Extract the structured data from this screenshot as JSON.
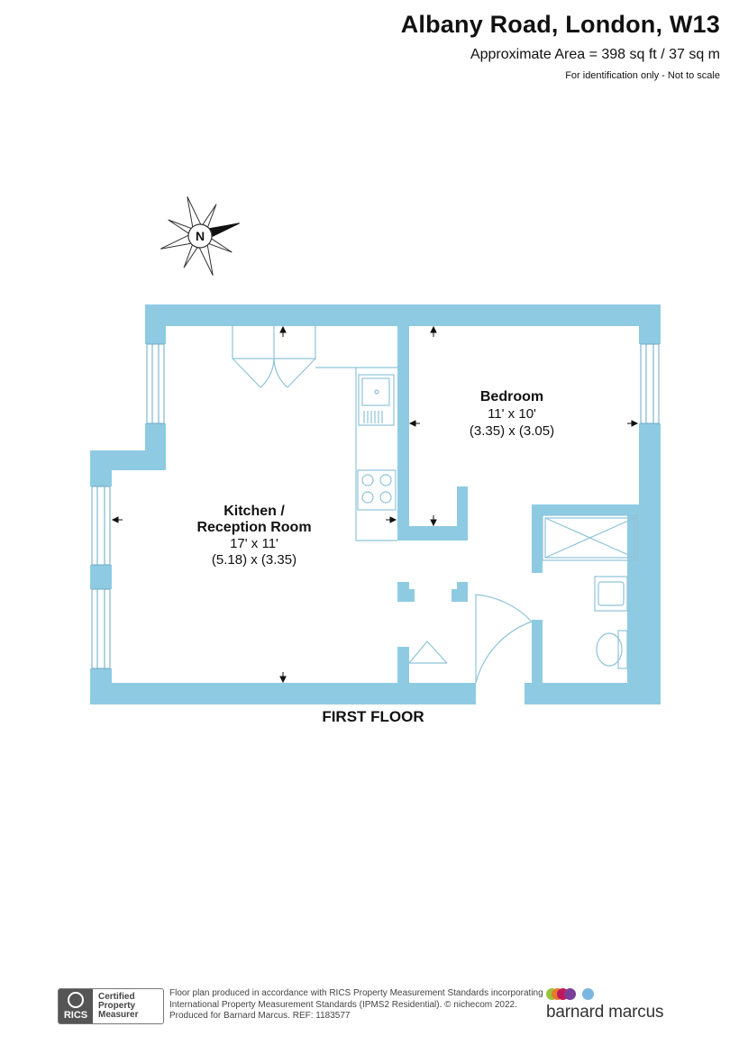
{
  "header": {
    "title": "Albany Road, London, W13",
    "area": "Approximate Area = 398 sq ft / 37 sq m",
    "note": "For identification only - Not to scale"
  },
  "compass": {
    "letter": "N",
    "icon": "north-compass-icon"
  },
  "rooms": {
    "kitchen": {
      "name_line1": "Kitchen /",
      "name_line2": "Reception Room",
      "size_imperial": "17' x 11'",
      "size_metric": "(5.18) x (3.35)"
    },
    "bedroom": {
      "name": "Bedroom",
      "size_imperial": "11' x 10'",
      "size_metric": "(3.35) x (3.05)"
    }
  },
  "floor_label": "FIRST FLOOR",
  "colors": {
    "wall": "#8ecbe2",
    "fixture_line": "#8fc3d8",
    "text": "#111111"
  },
  "footer": {
    "badge": {
      "left_text": "RICS",
      "line1": "Certified",
      "line2": "Property",
      "line3": "Measurer"
    },
    "text_line1": "Floor plan produced in accordance with RICS Property Measurement Standards incorporating",
    "text_line2": "International Property Measurement Standards (IPMS2 Residential).  © nichecom 2022.",
    "text_line3": "Produced for Barnard Marcus.    REF:  1183577",
    "brand_name": "barnard marcus",
    "brand_colors": [
      "#9ac33c",
      "#e67a2e",
      "#c2185b",
      "#7b3f98",
      "#7ab6e0"
    ]
  }
}
